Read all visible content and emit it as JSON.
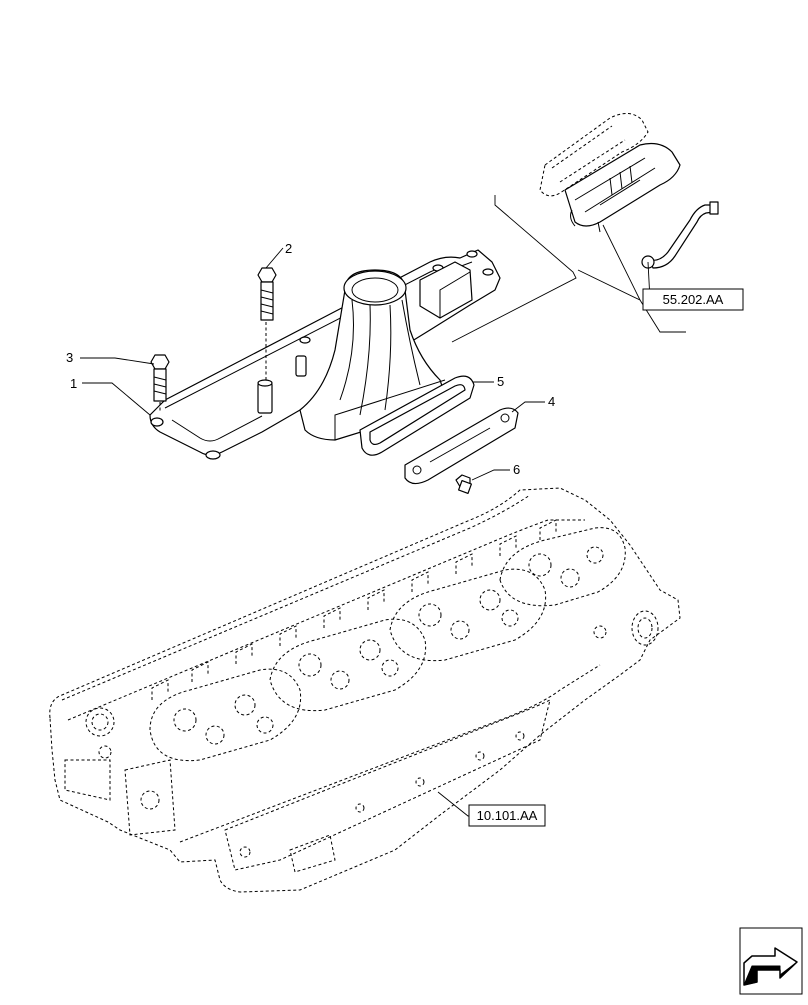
{
  "callouts": {
    "c1": "1",
    "c2": "2",
    "c3": "3",
    "c4": "4",
    "c5": "5",
    "c6": "6"
  },
  "references": {
    "upper": "55.202.AA",
    "lower": "10.101.AA"
  },
  "icons": {
    "nav": "arrow-icon"
  }
}
